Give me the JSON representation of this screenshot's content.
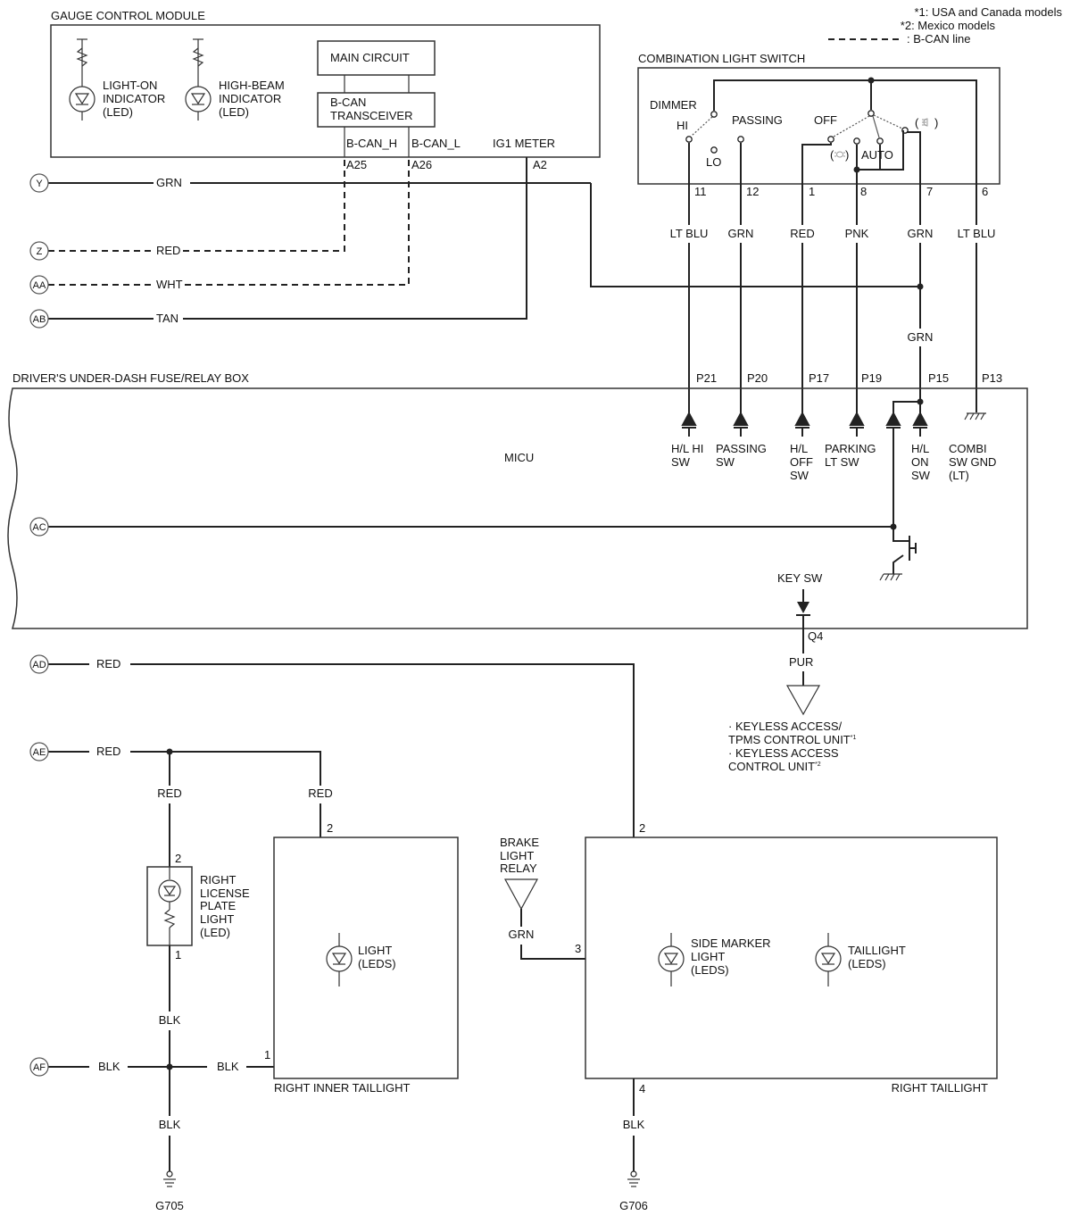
{
  "notes": {
    "n1": "*1: USA and Canada models",
    "n2": "*2: Mexico models",
    "n3": ": B-CAN line"
  },
  "gauge": {
    "title": "GAUGE CONTROL MODULE",
    "light_on": [
      "LIGHT-ON",
      "INDICATOR",
      "(LED)"
    ],
    "high_beam": [
      "HIGH-BEAM",
      "INDICATOR",
      "(LED)"
    ],
    "main_circuit": "MAIN CIRCUIT",
    "bcan": [
      "B-CAN",
      "TRANSCEIVER"
    ],
    "bcan_h": "B-CAN_H",
    "bcan_l": "B-CAN_L",
    "ig1": "IG1 METER",
    "pin_a25": "A25",
    "pin_a26": "A26",
    "pin_a2": "A2"
  },
  "connectors": {
    "y": "Y",
    "z": "Z",
    "aa": "AA",
    "ab": "AB",
    "ac": "AC",
    "ad": "AD",
    "ae": "AE",
    "af": "AF"
  },
  "left_wires": {
    "y": "GRN",
    "z": "RED",
    "aa": "WHT",
    "ab": "TAN",
    "ad": "RED",
    "ae": "RED",
    "af": "BLK"
  },
  "switch": {
    "title": "COMBINATION LIGHT SWITCH",
    "dimmer": "DIMMER",
    "hi": "HI",
    "lo": "LO",
    "passing": "PASSING",
    "off": "OFF",
    "auto": "AUTO",
    "paren_open": "(",
    "paren_close": ")",
    "pins": [
      "11",
      "12",
      "1",
      "8",
      "7",
      "6"
    ],
    "colors": [
      "LT BLU",
      "GRN",
      "RED",
      "PNK",
      "GRN",
      "LT BLU"
    ]
  },
  "mid_grn": "GRN",
  "fusebox": {
    "title": "DRIVER'S UNDER-DASH FUSE/RELAY BOX",
    "micu": "MICU",
    "pins": [
      "P21",
      "P20",
      "P17",
      "P19",
      "P15",
      "P13"
    ],
    "hl_hi": [
      "H/L HI",
      "SW"
    ],
    "passing": [
      "PASSING",
      "SW"
    ],
    "hl_off": [
      "H/L",
      "OFF",
      "SW"
    ],
    "parking": [
      "PARKING",
      "LT SW"
    ],
    "hl_on": [
      "H/L",
      "ON",
      "SW"
    ],
    "combi": [
      "COMBI",
      "SW GND",
      "(LT)"
    ],
    "key_sw": "KEY SW",
    "pin_q4": "Q4"
  },
  "keyless": {
    "wire": "PUR",
    "l1": "· KEYLESS ACCESS/",
    "l2": "TPMS CONTROL UNIT",
    "l2_sup": "*1",
    "l3": "· KEYLESS ACCESS",
    "l4": "CONTROL UNIT",
    "l4_sup": "*2"
  },
  "license": {
    "red": "RED",
    "pin_top": "2",
    "pin_bot": "1",
    "label": [
      "RIGHT",
      "LICENSE",
      "PLATE",
      "LIGHT",
      "(LED)"
    ],
    "blk_upper": "BLK",
    "blk_lower": "BLK",
    "ground": "G705"
  },
  "inner": {
    "red": "RED",
    "pin_top": "2",
    "pin_left": "1",
    "blk": "BLK",
    "light": [
      "LIGHT",
      "(LEDS)"
    ],
    "title": "RIGHT INNER TAILLIGHT"
  },
  "brake": {
    "label": [
      "BRAKE",
      "LIGHT",
      "RELAY"
    ],
    "wire": "GRN",
    "pin": "3"
  },
  "taillight": {
    "pin_top": "2",
    "pin_bot": "4",
    "side": [
      "SIDE MARKER",
      "LIGHT",
      "(LEDS)"
    ],
    "tail": [
      "TAILLIGHT",
      "(LEDS)"
    ],
    "title": "RIGHT TAILLIGHT",
    "blk": "BLK",
    "ground": "G706"
  }
}
